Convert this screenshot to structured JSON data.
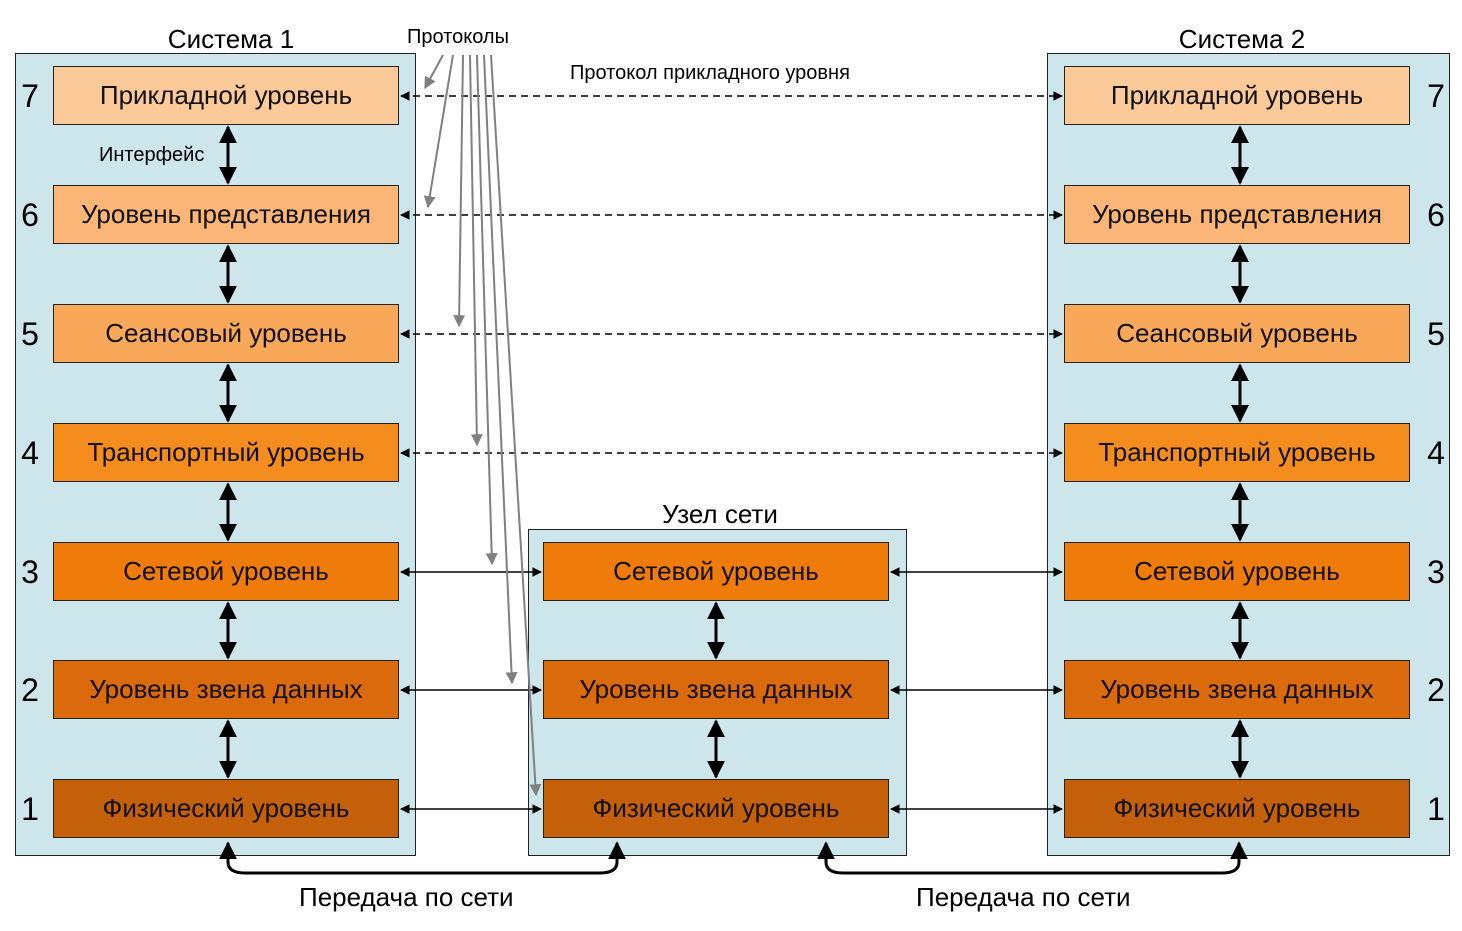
{
  "systems": {
    "left": {
      "title": "Система 1"
    },
    "right": {
      "title": "Система 2"
    },
    "node": {
      "title": "Узел сети"
    }
  },
  "layers": [
    {
      "num": "7",
      "name": "Прикладной уровень",
      "color": "#fcc999"
    },
    {
      "num": "6",
      "name": "Уровень представления",
      "color": "#fbb576"
    },
    {
      "num": "5",
      "name": "Сеансовый уровень",
      "color": "#f9a85a"
    },
    {
      "num": "4",
      "name": "Транспортный уровень",
      "color": "#f48c1e"
    },
    {
      "num": "3",
      "name": "Сетевой уровень",
      "color": "#ee7b0a"
    },
    {
      "num": "2",
      "name": "Уровень звена данных",
      "color": "#da6a0c"
    },
    {
      "num": "1",
      "name": "Физический уровень",
      "color": "#c4600a"
    }
  ],
  "labels": {
    "protocols": "Протоколы",
    "app_protocol": "Протокол прикладного уровня",
    "interface": "Интерфейс",
    "transmission_left": "Передача по сети",
    "transmission_right": "Передача по сети"
  },
  "colors": {
    "panel": "#cde6eb",
    "stroke": "#000000",
    "protocol_pointer": "#808080"
  }
}
